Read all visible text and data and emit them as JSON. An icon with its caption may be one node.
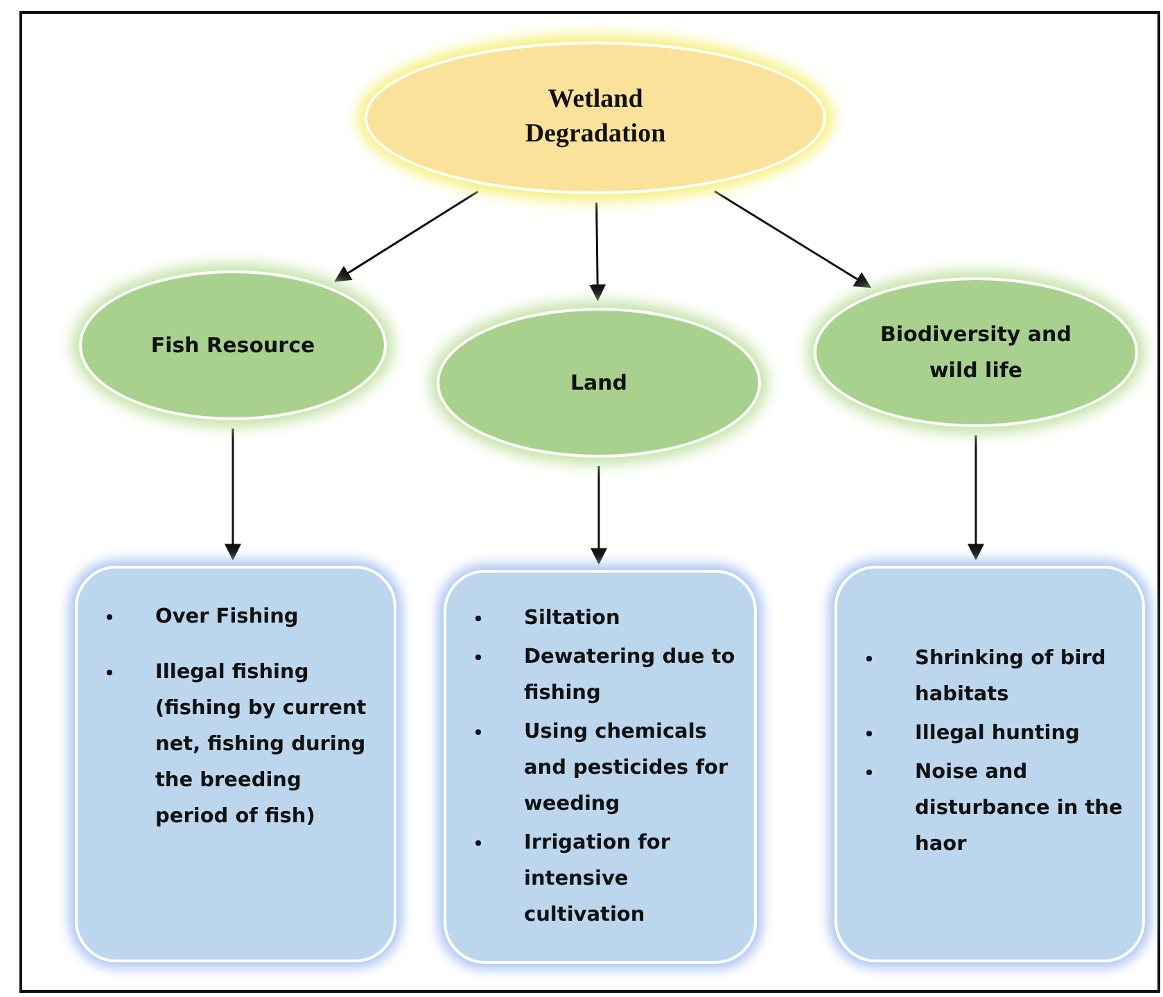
{
  "diagram": {
    "nodes": [
      {
        "text": [
          "Wetland Degradation"
        ]
      },
      {
        "text": [
          "Fish Resource"
        ]
      },
      {
        "text": [
          "Land"
        ]
      },
      {
        "text": [
          "Biodiversity and wild life"
        ]
      },
      {
        "text": [
          "Over Fishing",
          "Illegal fishing (fishing by current net, fishing during the breeding period of fish)"
        ]
      },
      {
        "text": [
          "Siltation",
          "Dewatering due to fishing",
          "Using chemicals and pesticides for weeding",
          "Irrigation for intensive cultivation"
        ]
      },
      {
        "text": [
          "Shrinking of bird habitats",
          "Illegal hunting",
          "Noise and disturbance in the haor"
        ]
      }
    ],
    "edges": [
      {
        "from": 0,
        "to": 1,
        "arrow": "to"
      },
      {
        "from": 0,
        "to": 2,
        "arrow": "to"
      },
      {
        "from": 0,
        "to": 3,
        "arrow": "to"
      },
      {
        "from": 1,
        "to": 4,
        "arrow": "to"
      },
      {
        "from": 2,
        "to": 5,
        "arrow": "to"
      },
      {
        "from": 3,
        "to": 6,
        "arrow": "to"
      }
    ]
  }
}
